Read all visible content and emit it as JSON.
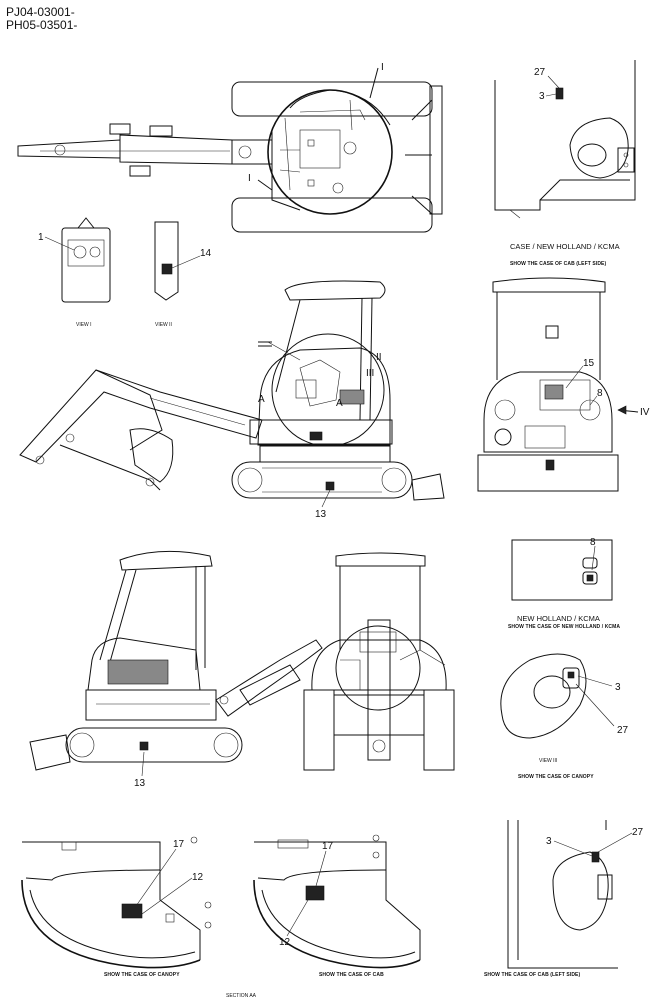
{
  "header": {
    "line1": "PJ04-03001-",
    "line2": "PH05-03501-"
  },
  "captions": {
    "case_nh_kcma": "CASE / NEW HOLLAND / KCMA",
    "show_cab_left_1": "SHOW THE CASE OF CAB (LEFT SIDE)",
    "view_i": "VIEW I",
    "view_ii": "VIEW II",
    "nh_kcma": "NEW HOLLAND / KCMA",
    "show_nh_kcma": "SHOW THE CASE OF NEW HOLLAND / KCMA",
    "view_iii": "VIEW III",
    "show_canopy_1": "SHOW THE CASE OF CANOPY",
    "show_canopy_2": "SHOW THE CASE OF CANOPY",
    "show_cab": "SHOW THE CASE OF CAB",
    "show_cab_left_2": "SHOW THE CASE OF CAB (LEFT SIDE)",
    "section_aa": "SECTION AA"
  },
  "callouts": {
    "c27a": "27",
    "c3a": "3",
    "c1": "1",
    "c14": "14",
    "roman_i_top": "I",
    "roman_i_left": "I",
    "roman_ii": "II",
    "roman_iii_side": "III",
    "roman_iv": "IV",
    "a_label": "A",
    "a_label2": "A",
    "c13a": "13",
    "c15": "15",
    "c8a": "8",
    "c8b": "8",
    "c3b": "3",
    "c27b": "27",
    "c13b": "13",
    "c17a": "17",
    "c12a": "12",
    "c17b": "17",
    "c12b": "12",
    "c3c": "3",
    "c27c": "27"
  }
}
